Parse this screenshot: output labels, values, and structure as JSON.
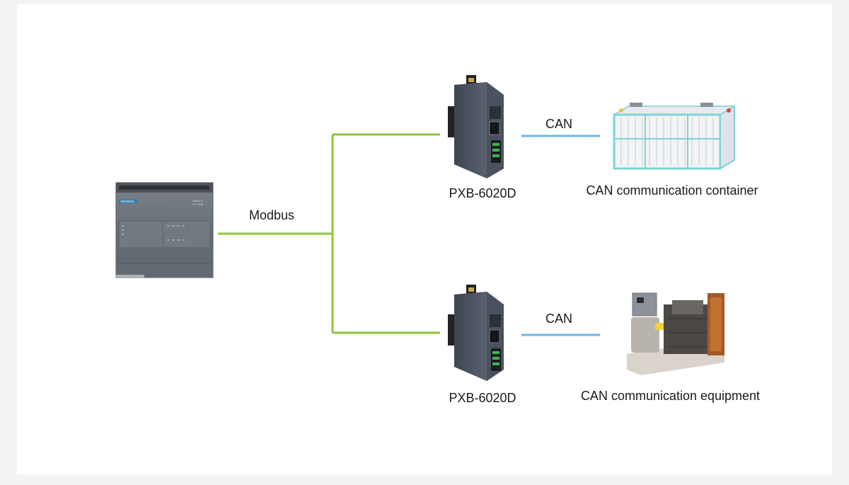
{
  "diagram": {
    "controller": {
      "brand": "SIEMENS",
      "model_lines": [
        "SIMATIC",
        "S7-1200"
      ]
    },
    "links": {
      "modbus_label": "Modbus",
      "modbus_color": "#8dc63f",
      "can_color": "#6fb6e0",
      "can_top_label": "CAN",
      "can_bottom_label": "CAN"
    },
    "gateways": [
      {
        "label": "PXB-6020D"
      },
      {
        "label": "PXB-6020D"
      }
    ],
    "endpoints": [
      {
        "label": "CAN communication container",
        "icon": "container-icon"
      },
      {
        "label": "CAN communication equipment",
        "icon": "generator-icon"
      }
    ]
  }
}
